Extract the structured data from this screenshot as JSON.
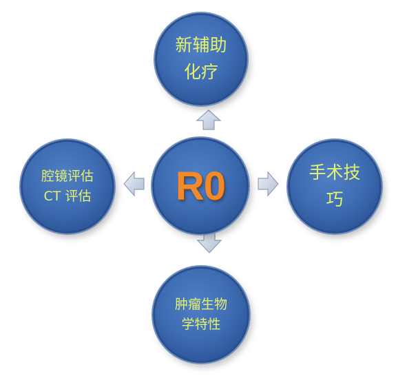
{
  "center": {
    "label": "R0"
  },
  "top": {
    "line1": "新辅助",
    "line2": "化疗"
  },
  "left": {
    "line1": "腔镜评估",
    "line2": "CT 评估"
  },
  "right": {
    "line1": "手术技",
    "line2": "巧"
  },
  "bottom": {
    "line1": "肿瘤生物",
    "line2": "学特性"
  },
  "colors": {
    "node_fill": "#3f6db4",
    "node_border": "#2a4f8f",
    "text": "#e6f36a",
    "center_text": "#f08a2a",
    "arrow": "#c9d3e3"
  }
}
